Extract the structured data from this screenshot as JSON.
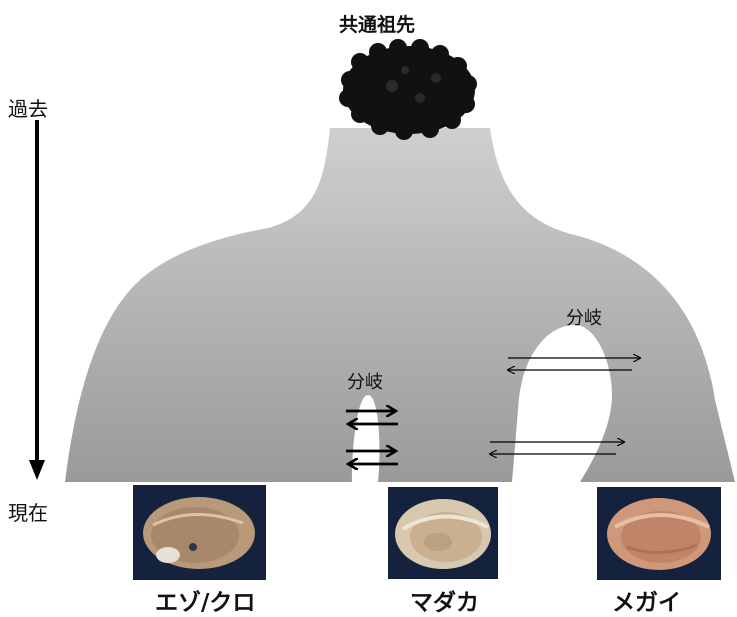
{
  "title": "共通祖先",
  "time_axis": {
    "top_label": "過去",
    "bottom_label": "現在"
  },
  "branch_labels": [
    "分岐",
    "分岐"
  ],
  "species": [
    "エゾ/クロ",
    "マダカ",
    "メガイ"
  ],
  "colors": {
    "body_top": "#c9c9c9",
    "body_bottom": "#9a9a9a",
    "ancestor": "#111111",
    "photo_background": "#15223d",
    "arrow": "#000000"
  },
  "icons": [
    "ancestor-shell-icon",
    "shell-photo-ezo-kuro",
    "shell-photo-madaka",
    "shell-photo-megai"
  ]
}
